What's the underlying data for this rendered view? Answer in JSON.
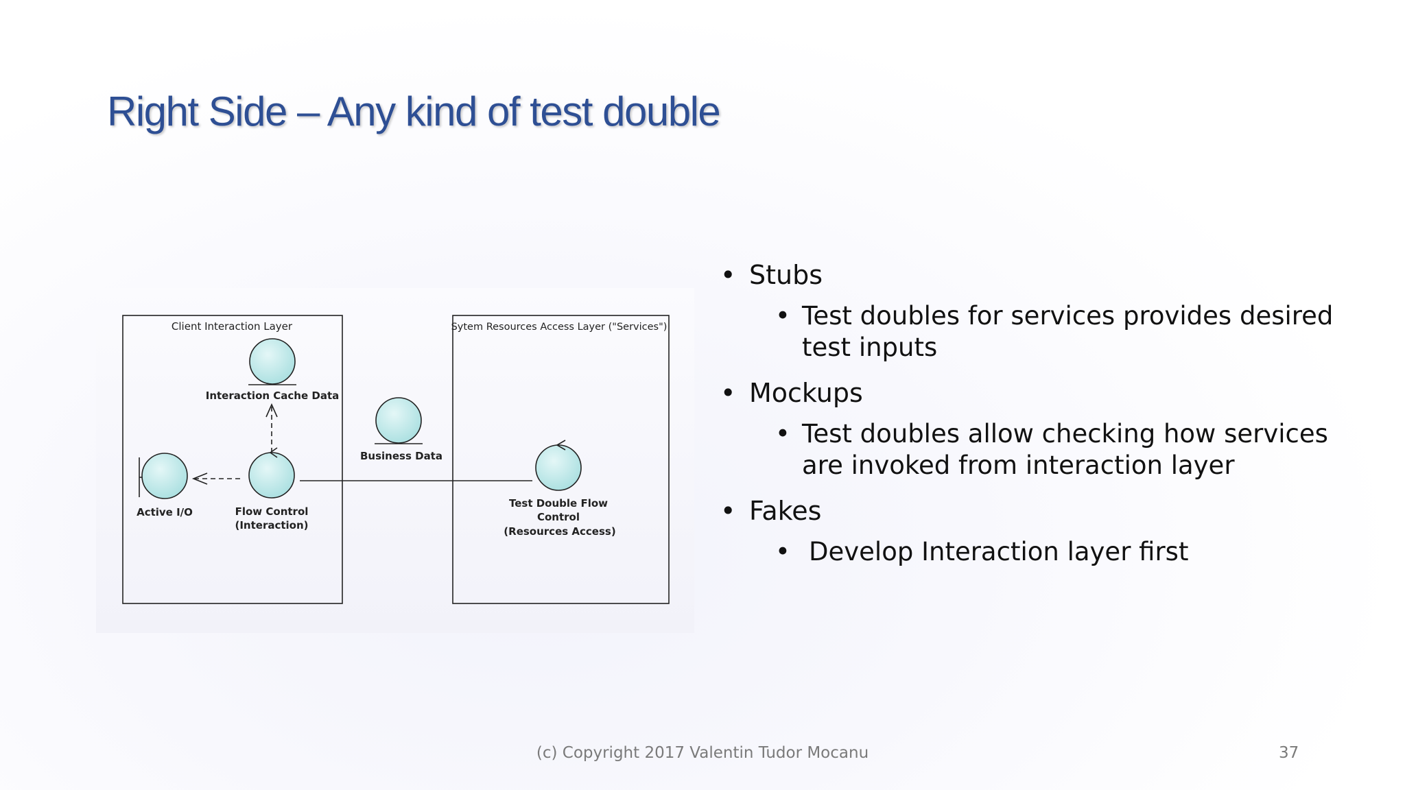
{
  "slide": {
    "title": "Right Side – Any kind of test double",
    "footer": "(c) Copyright 2017 Valentin Tudor Mocanu",
    "page_number": "37"
  },
  "diagram": {
    "left_layer_label": "Client Interaction Layer",
    "right_layer_label": "Sytem Resources Access Layer (\"Services\")",
    "nodes": {
      "interaction_cache": "Interaction Cache Data",
      "business_data": "Business Data",
      "active_io": "Active I/O",
      "flow_control_l1": "Flow Control",
      "flow_control_l2": "(Interaction)",
      "test_double_l1": "Test Double Flow",
      "test_double_l2": "Control",
      "test_double_l3": "(Resources Access)"
    },
    "colors": {
      "node_fill": "#c3ecec",
      "node_stroke": "#222222"
    }
  },
  "bullets": [
    {
      "label": "Stubs",
      "sub": [
        "Test doubles for services provides desired test inputs"
      ]
    },
    {
      "label": "Mockups",
      "sub": [
        "Test doubles allow checking how services are invoked from interaction layer"
      ]
    },
    {
      "label": "Fakes",
      "sub": [
        "Develop Interaction layer first"
      ]
    }
  ],
  "colors": {
    "title": "#2e4f94",
    "footer": "#7a7a7a"
  }
}
